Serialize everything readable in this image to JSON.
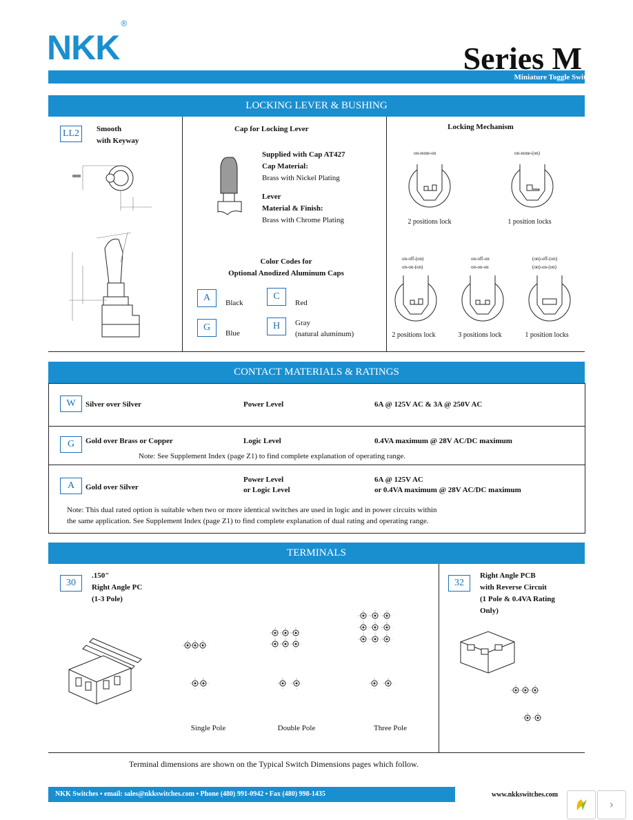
{
  "header": {
    "brand": "NKK",
    "registered": "®",
    "series": "Series M",
    "subtitle": "Miniature Toggle Switches"
  },
  "locking": {
    "band": "LOCKING LEVER & BUSHING",
    "ll2": {
      "code": "LL2",
      "line1": "Smooth",
      "line2": "with Keyway"
    },
    "cap": {
      "title": "Cap for Locking Lever",
      "supplied": "Supplied with Cap AT427",
      "cap_material_label": "Cap Material:",
      "cap_material": "Brass with Nickel Plating",
      "lever_label": "Lever",
      "lever_material_label": "Material & Finish:",
      "lever_material": "Brass with Chrome Plating",
      "color_title1": "Color Codes for",
      "color_title2": "Optional Anodized Aluminum Caps",
      "colors": [
        {
          "code": "A",
          "name": "Black"
        },
        {
          "code": "C",
          "name": "Red"
        },
        {
          "code": "G",
          "name": "Blue"
        },
        {
          "code": "H",
          "name": "Gray",
          "name2": "(natural aluminum)"
        }
      ]
    },
    "mechanism": {
      "title": "Locking Mechanism",
      "items": [
        {
          "top": "on-none-on",
          "caption": "2 positions lock"
        },
        {
          "top": "on-none-(on)",
          "caption": "1 position locks"
        },
        {
          "top": "on-off-(on)",
          "top2": "on-on-(on)",
          "caption": "2 positions lock"
        },
        {
          "top": "on-off-on",
          "top2": "on-on-on",
          "caption": "3 positions lock"
        },
        {
          "top": "(on)-off-(on)",
          "top2": "(on)-on-(on)",
          "caption": "1 position locks"
        }
      ]
    }
  },
  "contacts": {
    "band": "CONTACT MATERIALS & RATINGS",
    "rows": [
      {
        "code": "W",
        "material": "Silver over Silver",
        "level": "Power Level",
        "rating": "6A @ 125V AC & 3A @ 250V AC"
      },
      {
        "code": "G",
        "material": "Gold over Brass or Copper",
        "level": "Logic Level",
        "rating": "0.4VA maximum @ 28V AC/DC maximum",
        "note": "Note:  See Supplement Index (page Z1) to find complete explanation of operating range."
      },
      {
        "code": "A",
        "material": "Gold over Silver",
        "level": "Power Level",
        "level2": "or Logic Level",
        "rating": "6A @ 125V AC",
        "rating2": "or 0.4VA maximum @ 28V AC/DC maximum",
        "note": "Note:  This dual rated option is suitable when two or more identical switches are used in logic and in power circuits within",
        "note2": "the same application.  See Supplement Index (page Z1) to find complete explanation of dual rating and operating range."
      }
    ]
  },
  "terminals": {
    "band": "TERMINALS",
    "t30": {
      "code": "30",
      "line1": ".150\"",
      "line2": "Right Angle PC",
      "line3": "(1-3 Pole)"
    },
    "t32": {
      "code": "32",
      "line1": "Right Angle PCB",
      "line2": "with Reverse Circuit",
      "line3": "(1 Pole & 0.4VA Rating",
      "line4": "Only)"
    },
    "captions": [
      "Single Pole",
      "Double Pole",
      "Three Pole"
    ],
    "footnote": "Terminal dimensions are shown on the Typical Switch Dimensions pages which follow."
  },
  "footer": {
    "left": "NKK Switches  ▪  email: sales@nkkswitches.com  ▪  Phone (480) 991-0942  ▪  Fax (480) 998-1435",
    "web": "www.nkkswitches.com"
  }
}
